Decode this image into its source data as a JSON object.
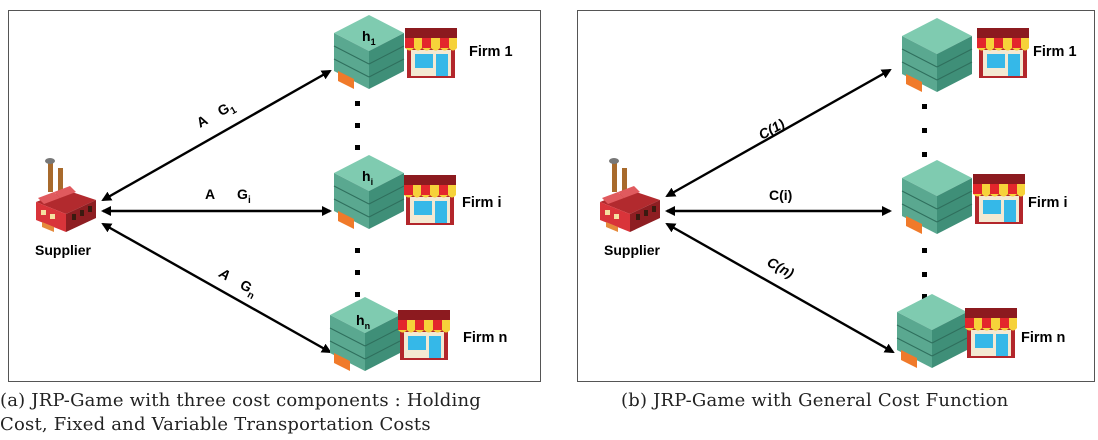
{
  "panel_a": {
    "caption_line1": "(a) JRP-Game with three cost components : Holding",
    "caption_line2": "Cost, Fixed and Variable Transportation Costs",
    "supplier_label": "Supplier",
    "firms": [
      "Firm 1",
      "Firm i",
      "Firm n"
    ],
    "warehouses": [
      {
        "base": "h",
        "sub": "1"
      },
      {
        "base": "h",
        "sub": "i"
      },
      {
        "base": "h",
        "sub": "n"
      }
    ],
    "edges": [
      {
        "a": "A",
        "g": "G",
        "sub": "1"
      },
      {
        "a": "A",
        "g": "G",
        "sub": "i"
      },
      {
        "a": "A",
        "g": "G",
        "sub": "n"
      }
    ]
  },
  "panel_b": {
    "caption": "(b) JRP-Game with General Cost Function",
    "supplier_label": "Supplier",
    "firms": [
      "Firm 1",
      "Firm i",
      "Firm n"
    ],
    "edges": [
      "C(1)",
      "C(i)",
      "C(n)"
    ]
  },
  "colors": {
    "warehouse_top": "#7fcbb0",
    "warehouse_side": "#3f8f78",
    "factory_red": "#d9343a",
    "awning_red": "#e3262c",
    "awning_yellow": "#f6d23a",
    "door_blue": "#35b8e8",
    "line": "#000000"
  },
  "icons": [
    "factory-icon",
    "warehouse-icon",
    "store-icon"
  ]
}
